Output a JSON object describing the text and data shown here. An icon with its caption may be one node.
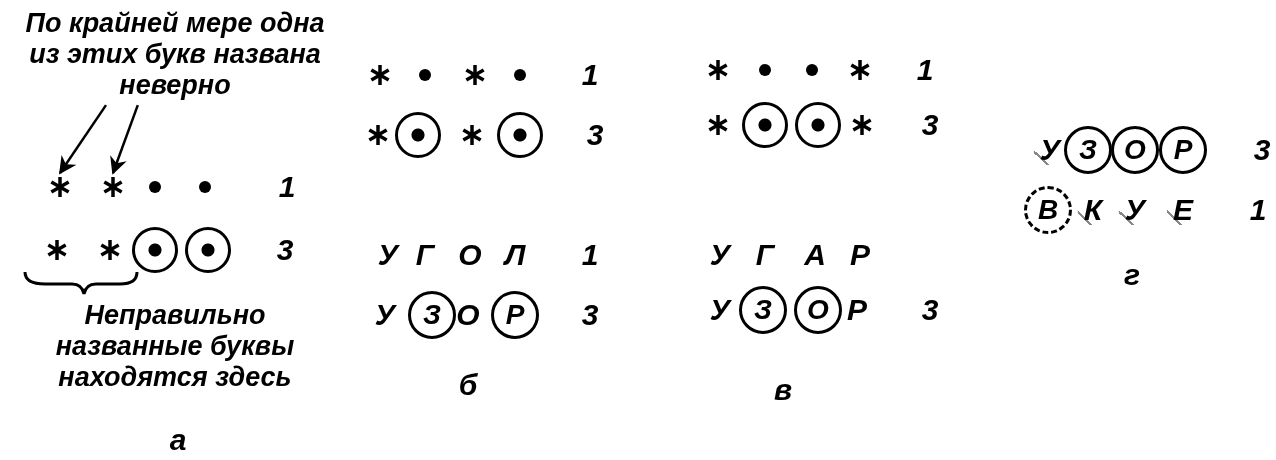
{
  "diagram": {
    "nodes": [
      {
        "text": [
          "По крайней мере одна из этих букв названа неверно"
        ]
      },
      {
        "text": [],
        "shape": "asterisk"
      },
      {
        "text": [],
        "shape": "asterisk"
      },
      {
        "text": [],
        "shape": "circle"
      },
      {
        "text": [],
        "shape": "circle"
      },
      {
        "text": [],
        "shape": "circle"
      },
      {
        "text": [],
        "shape": "circle"
      },
      {
        "text": [
          "З"
        ]
      },
      {
        "text": [
          "Р"
        ]
      },
      {
        "text": [],
        "shape": "circle"
      },
      {
        "text": [],
        "shape": "circle"
      },
      {
        "text": [
          "З"
        ]
      },
      {
        "text": [
          "О"
        ]
      },
      {
        "text": [
          "З"
        ]
      },
      {
        "text": [
          "О"
        ]
      },
      {
        "text": [
          "Р"
        ]
      },
      {
        "text": [
          "В"
        ]
      }
    ],
    "edges": [
      {
        "from": 0,
        "to": 1,
        "arrow": "to"
      },
      {
        "from": 0,
        "to": 2,
        "arrow": "to"
      }
    ],
    "labels": [
      "1",
      "3",
      "Неправильно названные буквы находятся здесь",
      "а",
      "1",
      "3",
      "У",
      "Г",
      "О",
      "Л",
      "1",
      "У",
      "О",
      "3",
      "б",
      "1",
      "3",
      "У",
      "Г",
      "А",
      "Р",
      "У",
      "Р",
      "3",
      "в",
      "У",
      "3",
      "К",
      "У",
      "Е",
      "1",
      "г"
    ]
  }
}
